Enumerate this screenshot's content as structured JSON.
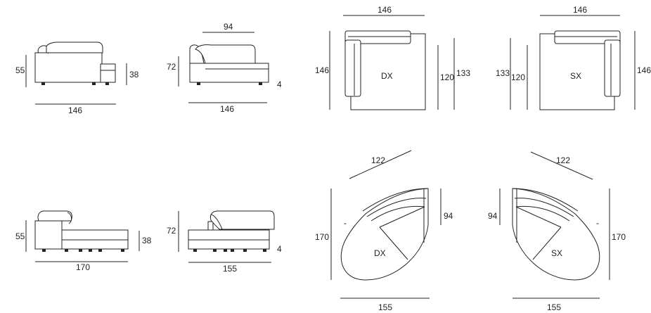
{
  "drawings": {
    "r1_side_left": {
      "h_main": "55",
      "h_seat": "38",
      "w": "146"
    },
    "r1_side_right": {
      "top": "94",
      "h": "72",
      "w": "146",
      "cut": "4"
    },
    "r1_plan_dx": {
      "w": "146",
      "depth_left": "146",
      "depth_inner": "120",
      "depth_outer": "133",
      "name": "DX"
    },
    "r1_plan_sx": {
      "w": "146",
      "depth_right": "146",
      "depth_inner": "120",
      "depth_outer": "133",
      "name": "SX"
    },
    "r2_side_left": {
      "h_main": "55",
      "h_seat": "38",
      "w": "170"
    },
    "r2_side_right": {
      "h": "72",
      "w": "155",
      "cut": "4"
    },
    "r2_plan_dx": {
      "diag": "122",
      "h_left": "170",
      "h_right": "94",
      "w": "155",
      "name": "DX",
      "tick": "-"
    },
    "r2_plan_sx": {
      "diag": "122",
      "h_left": "94",
      "h_right": "170",
      "w": "155",
      "name": "SX",
      "tick": "-"
    }
  }
}
